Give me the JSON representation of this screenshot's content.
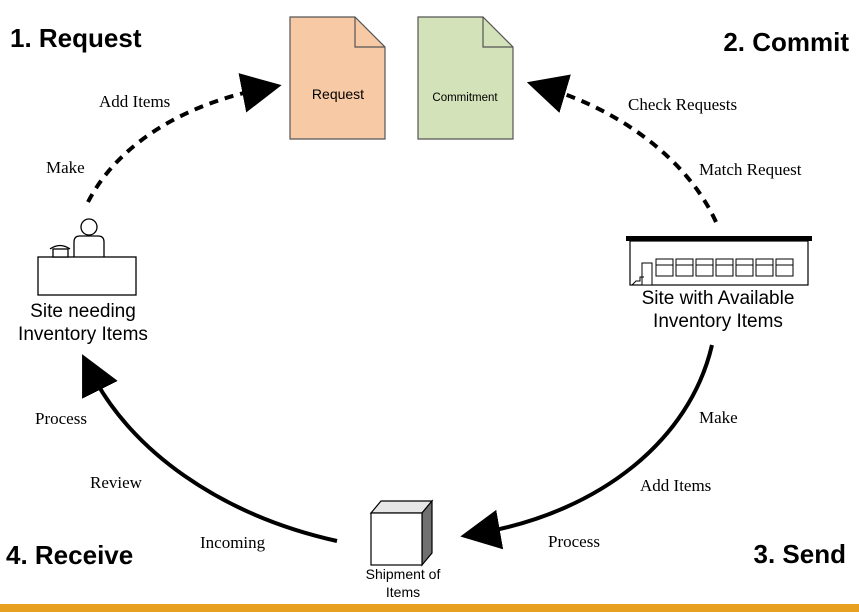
{
  "steps": {
    "request": "1. Request",
    "commit": "2. Commit",
    "send": "3. Send",
    "receive": "4. Receive"
  },
  "documents": {
    "request": {
      "label": "Request",
      "color": "#F8C9A5"
    },
    "commitment": {
      "label": "Commitment",
      "color": "#D3E2B8"
    }
  },
  "sites": {
    "needing": {
      "line1": "Site needing",
      "line2": "Inventory Items"
    },
    "available": {
      "line1": "Site with Available",
      "line2": "Inventory Items"
    }
  },
  "shipment": {
    "line1": "Shipment of",
    "line2": "Items"
  },
  "actions": {
    "request_side": [
      "Make",
      "Add Items"
    ],
    "commit_side": [
      "Check Requests",
      "Match Request"
    ],
    "send_side": [
      "Make",
      "Add Items",
      "Process"
    ],
    "receive_side": [
      "Incoming",
      "Review",
      "Process"
    ]
  },
  "colors": {
    "footer_bar": "#E8A020"
  }
}
